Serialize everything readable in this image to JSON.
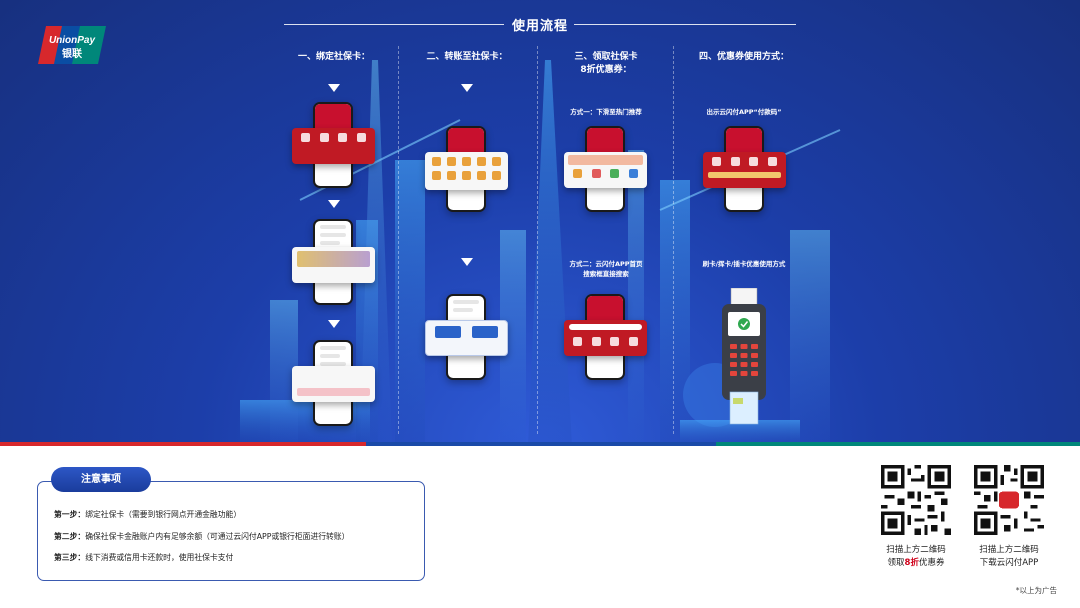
{
  "header": {
    "title": "使用流程"
  },
  "logo": {
    "text_latin": "UnionPay",
    "text_cn": "银联",
    "colors": [
      "#d7282c",
      "#0a4da3",
      "#00877a"
    ]
  },
  "columns": [
    {
      "title": "一、绑定社保卡："
    },
    {
      "title": "二、转账至社保卡："
    },
    {
      "title_line1": "三、领取社保卡",
      "title_line2": "8折优惠券：",
      "method1": "方式一：下滑至热门推荐",
      "method2_line1": "方式二：云闪付APP首页",
      "method2_line2": "搜索框直接搜索"
    },
    {
      "title": "四、优惠券使用方式：",
      "method1": "出示云闪付APP“付款码”",
      "method2": "刷卡/挥卡/插卡优惠使用方式"
    }
  ],
  "notice": {
    "title": "注意事项",
    "steps": [
      {
        "label": "第一步：",
        "text": "绑定社保卡（需要到银行网点开通金融功能）"
      },
      {
        "label": "第二步：",
        "text": "确保社保卡金融账户内有足够余额（可通过云闪付APP或银行柜面进行转账）"
      },
      {
        "label": "第三步：",
        "text": "线下消费或信用卡还款时，使用社保卡支付"
      }
    ]
  },
  "qr_codes": [
    {
      "line1": "扫描上方二维码",
      "line2_pre": "领取",
      "line2_highlight": "8折",
      "line2_post": "优惠券"
    },
    {
      "line1": "扫描上方二维码",
      "line2": "下载云闪付APP"
    }
  ],
  "footnote": "*以上为广告",
  "colors": {
    "brand_red": "#c8102e",
    "brand_blue": "#1c3ea9",
    "brand_green": "#00877a",
    "notice_border": "#3a5ab0"
  }
}
